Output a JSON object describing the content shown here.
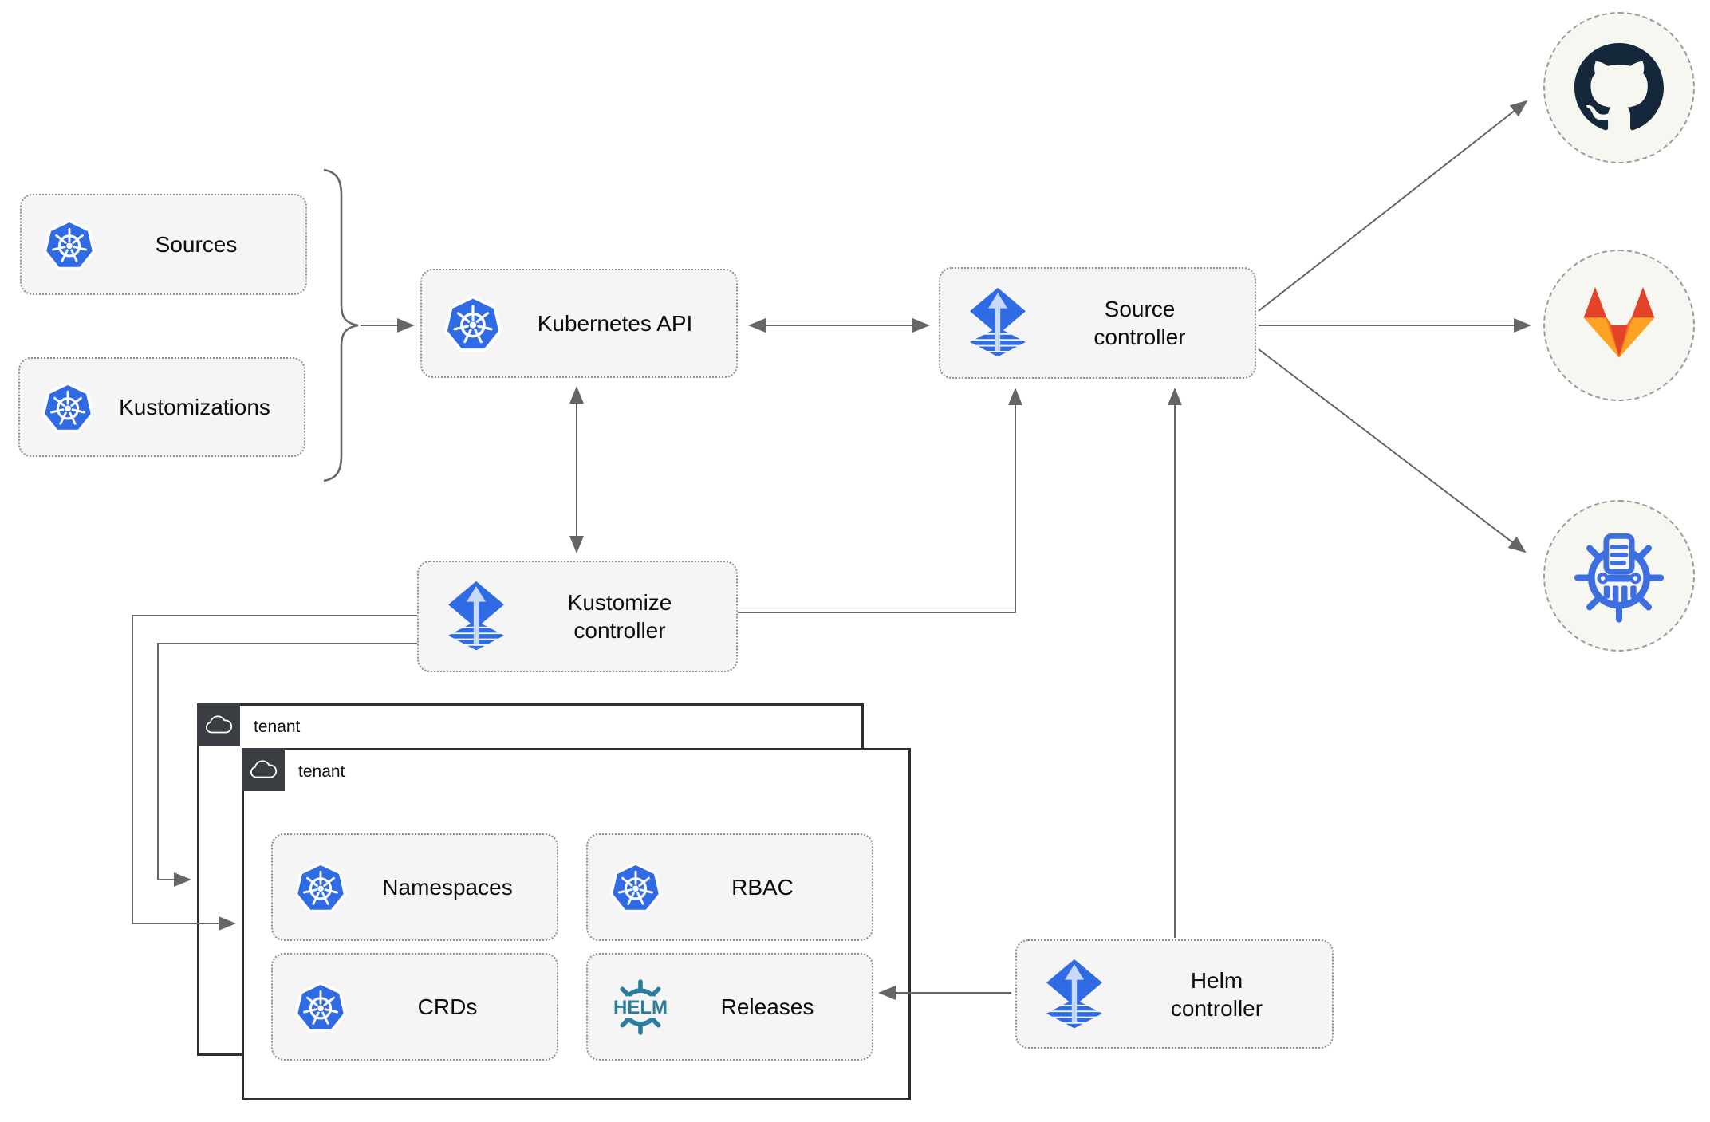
{
  "nodes": {
    "sources": {
      "label": "Sources",
      "icon": "kubernetes-icon"
    },
    "kustomizations": {
      "label": "Kustomizations",
      "icon": "kubernetes-icon"
    },
    "kubernetes_api": {
      "label": "Kubernetes API",
      "icon": "kubernetes-icon"
    },
    "source_controller": {
      "label": "Source controller",
      "icon": "flux-icon"
    },
    "kustomize_controller": {
      "label": "Kustomize controller",
      "icon": "flux-icon"
    },
    "helm_controller": {
      "label": "Helm controller",
      "icon": "flux-icon"
    },
    "namespaces": {
      "label": "Namespaces",
      "icon": "kubernetes-icon"
    },
    "rbac": {
      "label": "RBAC",
      "icon": "kubernetes-icon"
    },
    "crds": {
      "label": "CRDs",
      "icon": "kubernetes-icon"
    },
    "releases": {
      "label": "Releases",
      "icon": "helm-icon"
    }
  },
  "tenant_groups": {
    "outer": {
      "label": "tenant",
      "icon": "cloud-icon"
    },
    "inner": {
      "label": "tenant",
      "icon": "cloud-icon"
    }
  },
  "endpoints": {
    "github": {
      "icon": "github-icon"
    },
    "gitlab": {
      "icon": "gitlab-icon"
    },
    "chartmuseum": {
      "icon": "chartmuseum-icon"
    }
  },
  "helm_logo_text": "HELM",
  "edges": [
    {
      "from": "sources+kustomizations brace",
      "to": "kubernetes_api",
      "arrow": "single"
    },
    {
      "from": "kubernetes_api",
      "to": "source_controller",
      "arrow": "double"
    },
    {
      "from": "kubernetes_api",
      "to": "kustomize_controller",
      "arrow": "double"
    },
    {
      "from": "kustomize_controller",
      "to": "source_controller",
      "arrow": "single"
    },
    {
      "from": "helm_controller",
      "to": "source_controller",
      "arrow": "single"
    },
    {
      "from": "helm_controller",
      "to": "releases",
      "arrow": "single"
    },
    {
      "from": "kustomize_controller",
      "to": "tenant_inner",
      "arrow": "single"
    },
    {
      "from": "kustomize_controller",
      "to": "tenant_outer",
      "arrow": "single"
    },
    {
      "from": "source_controller",
      "to": "github",
      "arrow": "single"
    },
    {
      "from": "source_controller",
      "to": "gitlab",
      "arrow": "single"
    },
    {
      "from": "source_controller",
      "to": "chartmuseum",
      "arrow": "single"
    }
  ],
  "colors": {
    "kubernetes_blue": "#2f6be4",
    "flux_blue": "#2f6be4",
    "flux_arrow_light": "#c7d9f6",
    "helm_teal": "#2a7e9d",
    "chartmuseum_blue": "#3d6fe0",
    "github_dark": "#15273a",
    "gitlab_red_orange": "#e24329",
    "gitlab_orange": "#fc6d26",
    "gitlab_amber": "#fca326",
    "line_gray": "#666666",
    "node_background": "#f5f5f6",
    "tenant_badge_background": "#3a3e42"
  }
}
